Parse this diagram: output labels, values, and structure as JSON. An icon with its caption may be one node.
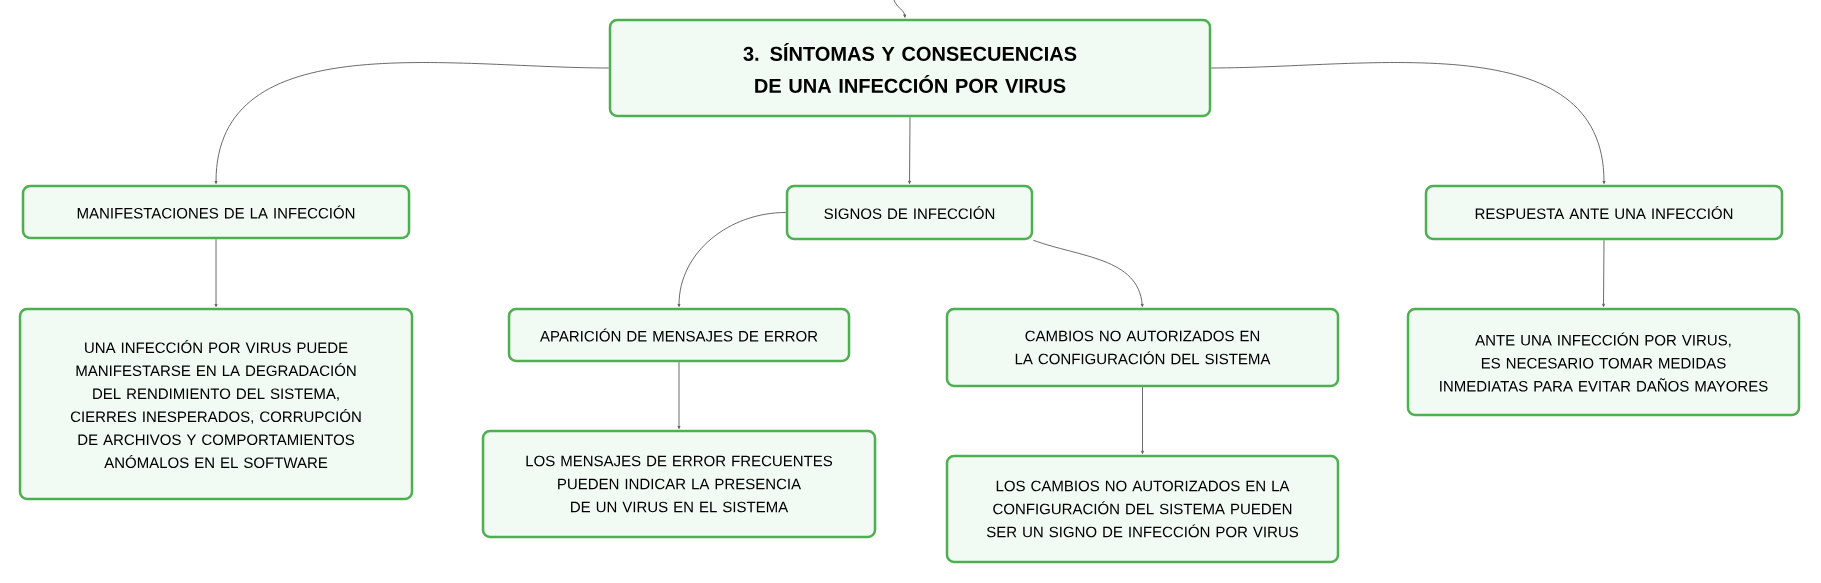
{
  "diagram": {
    "nodes": [
      {
        "text": [
          "3. SÍNTOMAS Y CONSECUENCIAS DE UNA INFECCIÓN POR VIRUS"
        ]
      },
      {
        "text": [
          "MANIFESTACIONES DE LA INFECCIÓN"
        ]
      },
      {
        "text": [
          "SIGNOS DE INFECCIÓN"
        ]
      },
      {
        "text": [
          "RESPUESTA ANTE UNA INFECCIÓN"
        ]
      },
      {
        "text": [
          "UNA INFECCIÓN POR VIRUS PUEDE MANIFESTARSE EN LA DEGRADACIÓN DEL RENDIMIENTO DEL SISTEMA, CIERRES INESPERADOS, CORRUPCIÓN DE ARCHIVOS Y COMPORTAMIENTOS ANÓMALOS EN EL SOFTWARE"
        ]
      },
      {
        "text": [
          "APARICIÓN DE MENSAJES DE ERROR"
        ]
      },
      {
        "text": [
          "CAMBIOS NO AUTORIZADOS EN LA CONFIGURACIÓN DEL SISTEMA"
        ]
      },
      {
        "text": [
          "ANTE UNA INFECCIÓN POR VIRUS, ES NECESARIO TOMAR MEDIDAS INMEDIATAS PARA EVITAR DAÑOS MAYORES"
        ]
      },
      {
        "text": [
          "LOS MENSAJES DE ERROR FRECUENTES PUEDEN INDICAR LA PRESENCIA DE UN VIRUS EN EL SISTEMA"
        ]
      },
      {
        "text": [
          "LOS CAMBIOS NO AUTORIZADOS EN LA CONFIGURACIÓN DEL SISTEMA PUEDEN SER UN SIGNO DE INFECCIÓN POR VIRUS"
        ]
      }
    ],
    "edges": [
      {
        "from": null,
        "to": 0,
        "arrow": "to"
      },
      {
        "from": 0,
        "to": 1,
        "arrow": "to"
      },
      {
        "from": 0,
        "to": 2,
        "arrow": "to"
      },
      {
        "from": 0,
        "to": 3,
        "arrow": "to"
      },
      {
        "from": 1,
        "to": 4,
        "arrow": "to"
      },
      {
        "from": 2,
        "to": 5,
        "arrow": "to"
      },
      {
        "from": 2,
        "to": 6,
        "arrow": "to"
      },
      {
        "from": 3,
        "to": 7,
        "arrow": "to"
      },
      {
        "from": 5,
        "to": 8,
        "arrow": "to"
      },
      {
        "from": 6,
        "to": 9,
        "arrow": "to"
      }
    ]
  }
}
